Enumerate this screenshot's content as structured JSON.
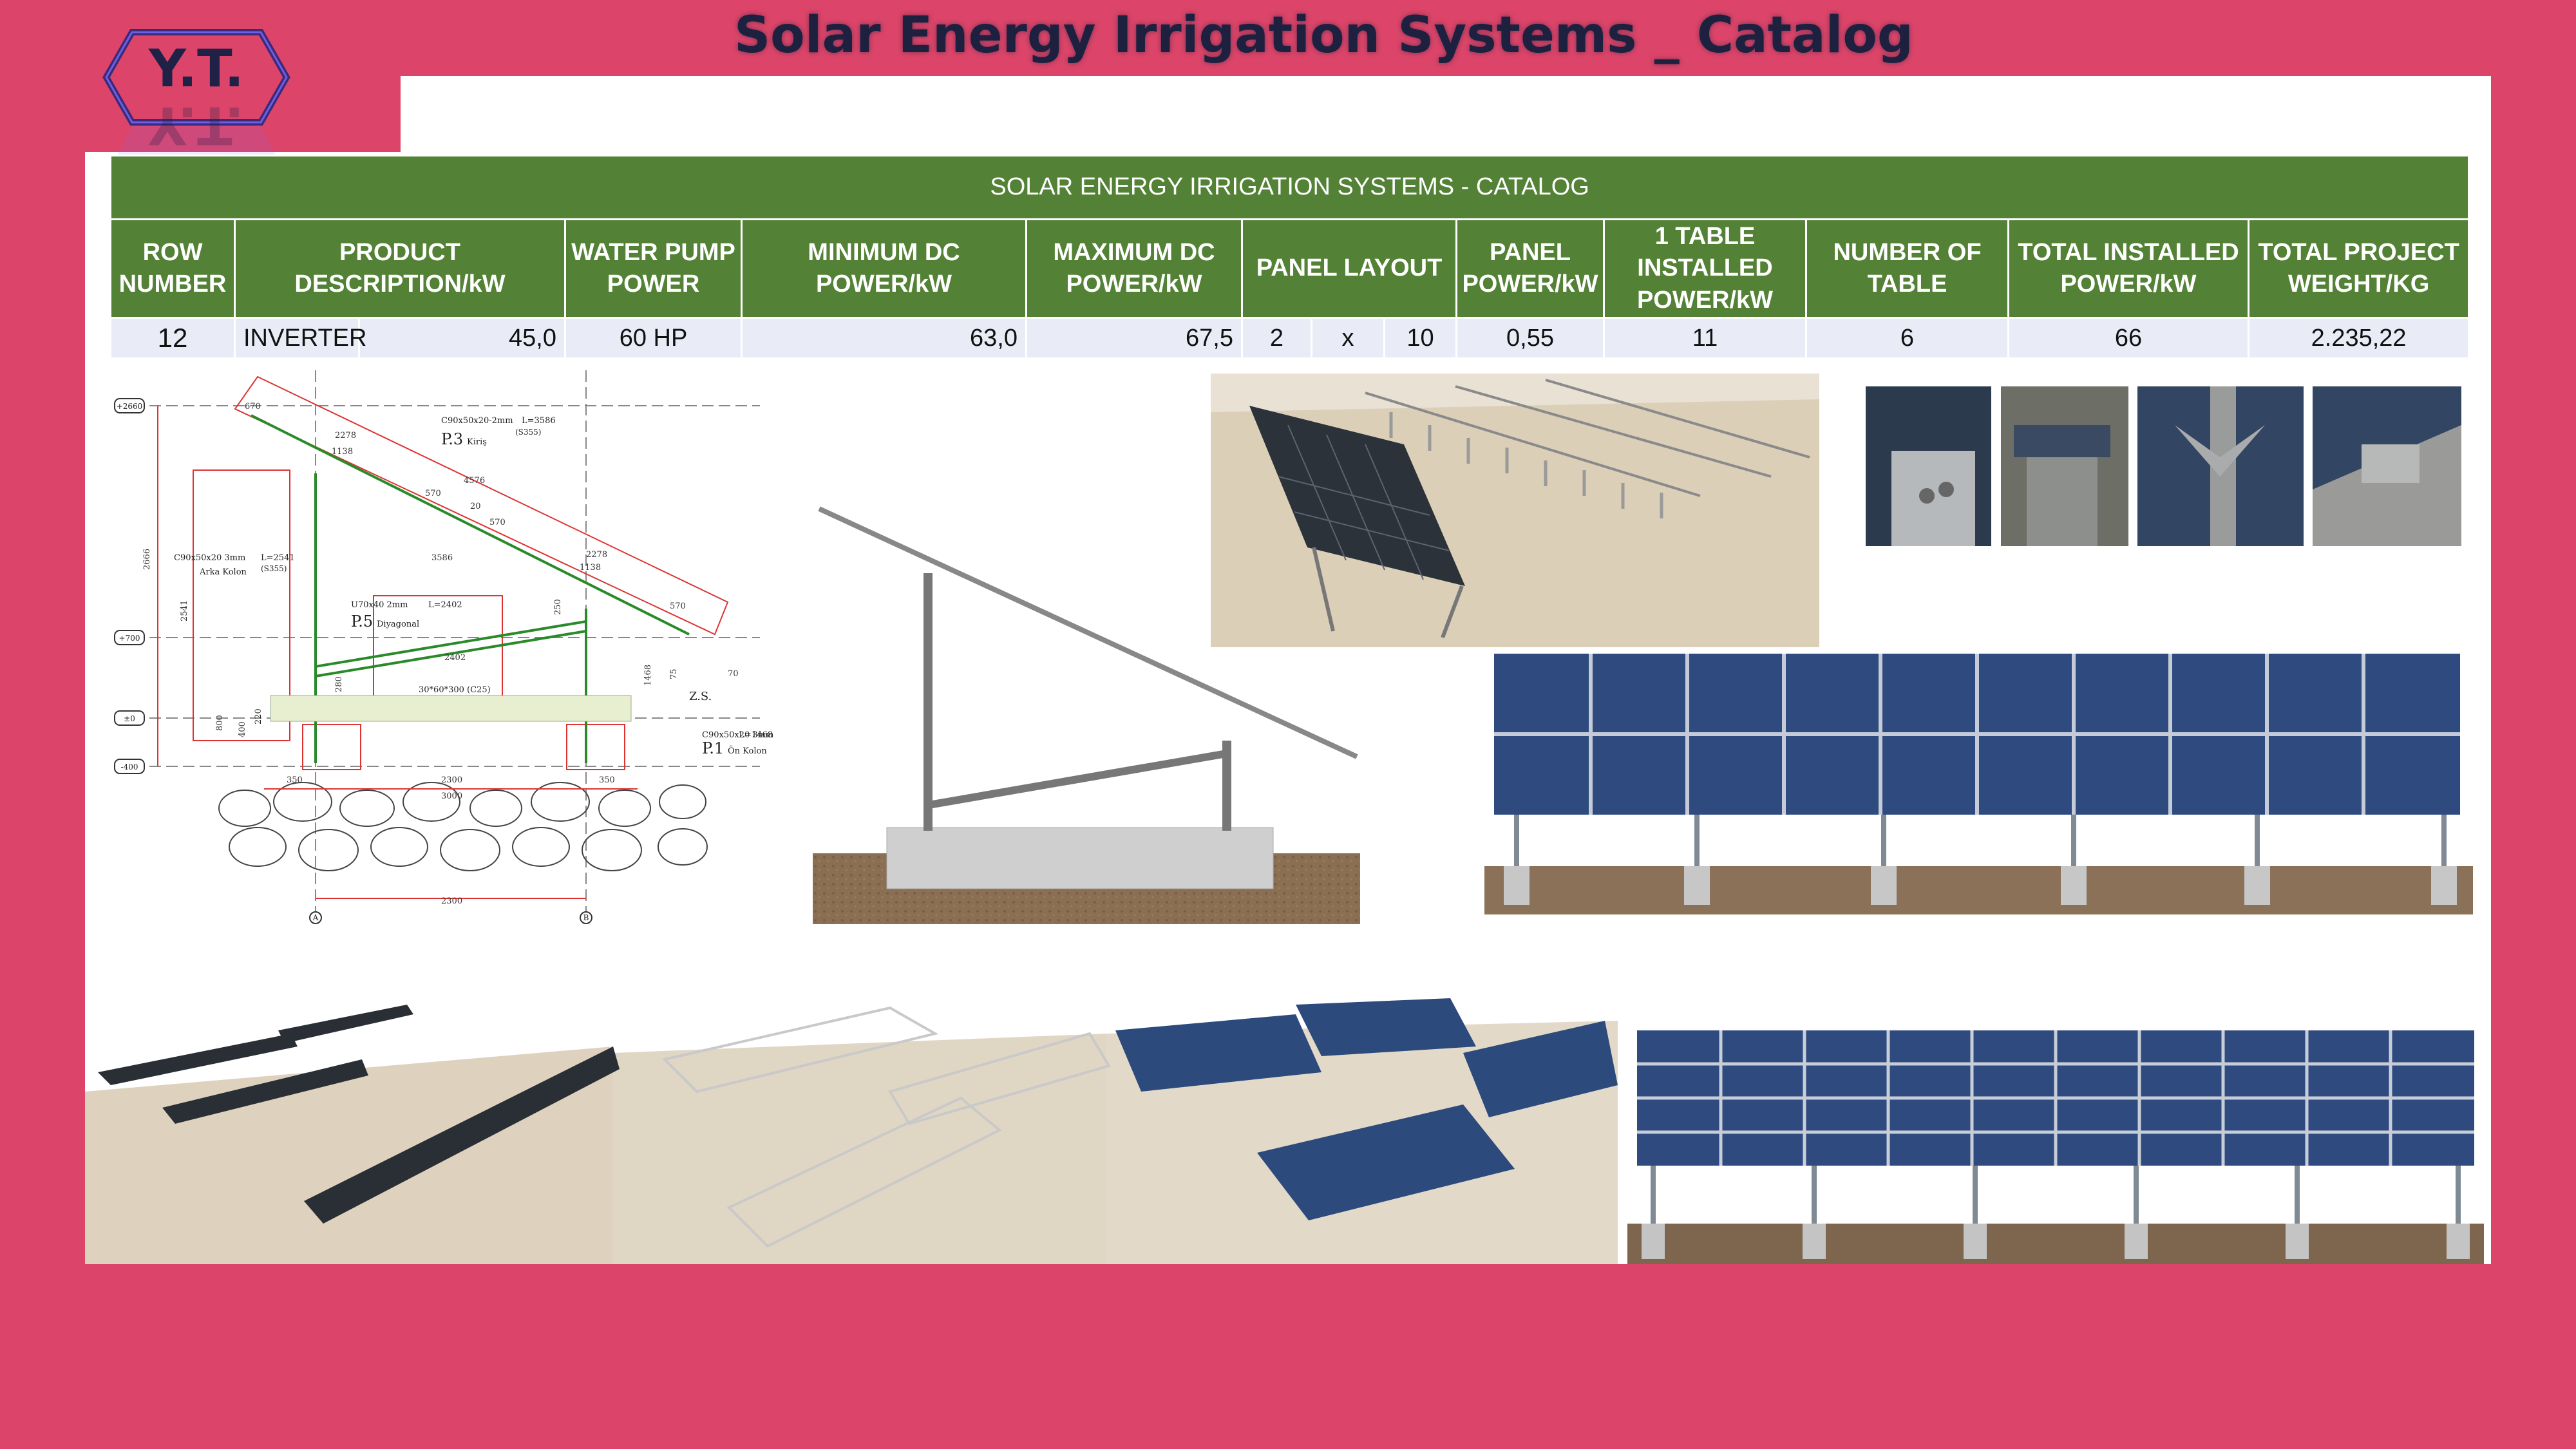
{
  "page": {
    "title": "Solar Energy Irrigation Systems _ Catalog",
    "logo_text": "Y.T."
  },
  "table": {
    "banner": "SOLAR ENERGY IRRIGATION SYSTEMS - CATALOG",
    "headers": {
      "row_number": "ROW NUMBER",
      "product_description": "PRODUCT DESCRIPTION/kW",
      "water_pump_power": "WATER PUMP POWER",
      "min_dc_power": "MINIMUM DC POWER/kW",
      "max_dc_power": "MAXIMUM DC POWER/kW",
      "panel_layout": "PANEL LAYOUT",
      "panel_power": "PANEL POWER/kW",
      "table_installed_power": "1 TABLE INSTALLED POWER/kW",
      "number_of_table": "NUMBER OF TABLE",
      "total_installed_power": "TOTAL INSTALLED POWER/kW",
      "total_project_weight": "TOTAL PROJECT WEIGHT/KG"
    },
    "row": {
      "row_number": "12",
      "product": "INVERTER",
      "product_kw": "45,0",
      "water_pump_power": "60 HP",
      "min_dc_power": "63,0",
      "max_dc_power": "67,5",
      "layout_rows": "2",
      "layout_x": "x",
      "layout_cols": "10",
      "panel_power": "0,55",
      "table_installed_power": "11",
      "number_of_table": "6",
      "total_installed_power": "66",
      "total_project_weight": "2.235,22"
    }
  },
  "drawing": {
    "elev_labels": [
      "+2660",
      "+700",
      "±0",
      "-400"
    ],
    "p3": "P.3",
    "p3_name": "Kiriş",
    "p3_spec": "C90x50x20-2mm",
    "p3_len": "L=3586",
    "p3_grade": "(S355)",
    "p5": "P.5",
    "p5_name": "Diyagonal",
    "p5_spec": "U70x40 2mm",
    "p5_len": "L=2402",
    "p1": "P.1",
    "p1_name": "Ön Kolon",
    "p1_spec": "C90x50x20 3mm",
    "p1_len": "L=1468",
    "back_col_spec": "C90x50x20 3mm",
    "back_col_len": "L=2541",
    "back_col_name": "Arka Kolon",
    "back_col_grade": "(S355)",
    "concrete": "30*60*300 (C25)",
    "zs": "Z.S.",
    "dims": [
      "670",
      "2278",
      "1138",
      "570",
      "4576",
      "20",
      "570",
      "2278",
      "1138",
      "3586",
      "570",
      "2666",
      "2541",
      "2402",
      "250",
      "1468",
      "280",
      "75",
      "70",
      "800",
      "400",
      "220",
      "350",
      "2300",
      "350",
      "3000",
      "2300"
    ],
    "axis_a": "A",
    "axis_b": "B"
  }
}
